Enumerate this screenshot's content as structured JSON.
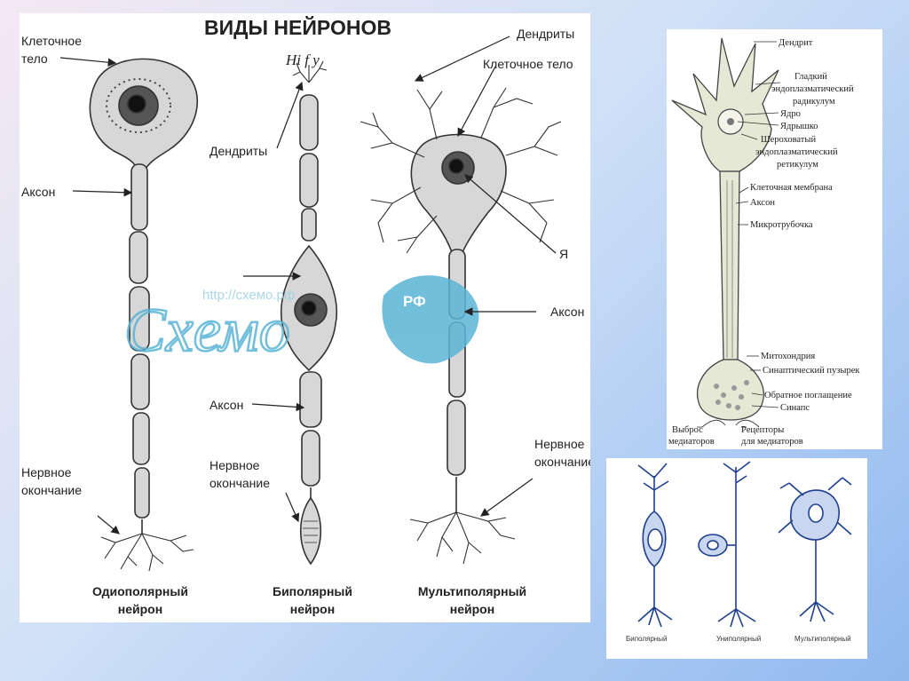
{
  "main": {
    "title": "ВИДЫ НЕЙРОНОВ",
    "greek": "Hi f y",
    "labels": {
      "cell_body_l1": "Клеточное",
      "cell_body_l2": "тело",
      "axon_left": "Аксон",
      "nerve_end_left_l1": "Нервное",
      "nerve_end_left_l2": "окончание",
      "dendrites_mid": "Дендриты",
      "axon_mid": "Аксон",
      "nerve_end_mid_l1": "Нервное",
      "nerve_end_mid_l2": "окончание",
      "dendrites_top": "Дендриты",
      "cell_body_right": "Клеточное тело",
      "axon_right": "Аксон",
      "nerve_end_right_l1": "Нервное",
      "nerve_end_right_l2": "окончание",
      "cut_letter": "Я"
    },
    "captions": {
      "uni_l1": "Одиополярный",
      "uni_l2": "нейрон",
      "bi_l1": "Биполярный",
      "bi_l2": "нейрон",
      "multi_l1": "Мультиполярный",
      "multi_l2": "нейрон"
    },
    "watermark": {
      "url": "http://схемо.рф",
      "logo": "Схемо",
      "badge": "РФ",
      "color": "#5ab4d6"
    }
  },
  "structure": {
    "labels": {
      "dendrite": "Дендрит",
      "smooth_er_l1": "Гладкий",
      "smooth_er_l2": "эндоплазматический",
      "smooth_er_l3": "радикулум",
      "nucleus": "Ядро",
      "nucleolus": "Ядрышко",
      "rough_er_l1": "Шероховатый",
      "rough_er_l2": "эндоплазматический",
      "rough_er_l3": "ретикулум",
      "membrane": "Клеточная мембрана",
      "axon": "Аксон",
      "microtubule": "Микротрубочка",
      "mitochondria": "Митохондрия",
      "vesicle": "Синаптический пузырек",
      "reuptake": "Обратное поглащение",
      "synapse": "Синапс",
      "release_l1": "Выброс",
      "release_l2": "медиаторов",
      "receptors_l1": "Рецепторы",
      "receptors_l2": "для медиаторов"
    }
  },
  "types": {
    "captions": {
      "bipolar": "Биполярный",
      "unipolar": "Униполярный",
      "multipolar": "Мультиполярный"
    },
    "stroke_color": "#1f3f8f",
    "fill_color": "#c8d6f0"
  },
  "colors": {
    "neuron_fill": "#d7d7d7",
    "neuron_stroke": "#333333",
    "panel_bg": "#ffffff"
  }
}
